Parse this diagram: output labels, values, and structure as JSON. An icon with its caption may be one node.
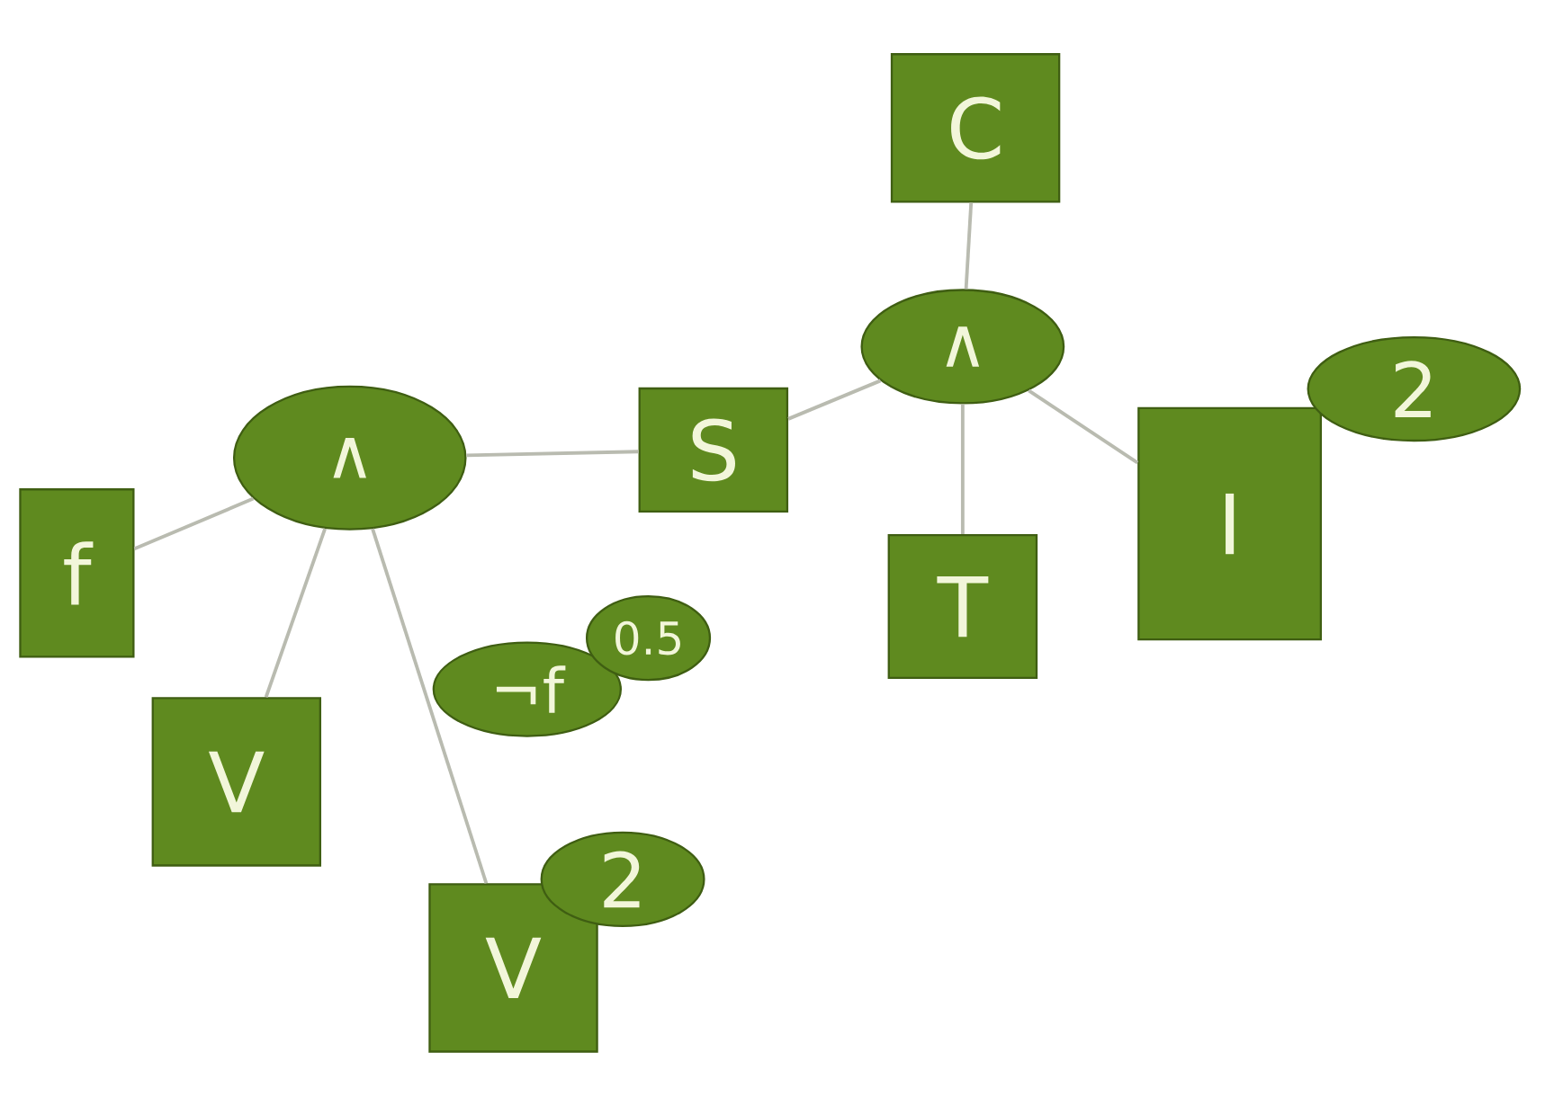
{
  "diagram": {
    "nodes": [
      {
        "text": [
          "C"
        ]
      },
      {
        "text": [
          "∧"
        ]
      },
      {
        "text": [
          "S"
        ]
      },
      {
        "text": [
          "∧"
        ]
      },
      {
        "text": [
          "f"
        ]
      },
      {
        "text": [
          "T"
        ]
      },
      {
        "text": [
          "I"
        ]
      },
      {
        "text": [
          "2"
        ]
      },
      {
        "text": [
          "V"
        ]
      },
      {
        "text": [
          "¬f"
        ]
      },
      {
        "text": [
          "0.5"
        ]
      },
      {
        "text": [
          "V"
        ]
      },
      {
        "text": [
          "2"
        ]
      }
    ],
    "edges": [
      {
        "from": 0,
        "to": 1,
        "arrow": "none"
      },
      {
        "from": 1,
        "to": 2,
        "arrow": "none"
      },
      {
        "from": 1,
        "to": 5,
        "arrow": "none"
      },
      {
        "from": 1,
        "to": 6,
        "arrow": "none"
      },
      {
        "from": 2,
        "to": 3,
        "arrow": "none"
      },
      {
        "from": 3,
        "to": 4,
        "arrow": "none"
      },
      {
        "from": 3,
        "to": 8,
        "arrow": "none"
      },
      {
        "from": 3,
        "to": 11,
        "arrow": "none"
      }
    ]
  }
}
